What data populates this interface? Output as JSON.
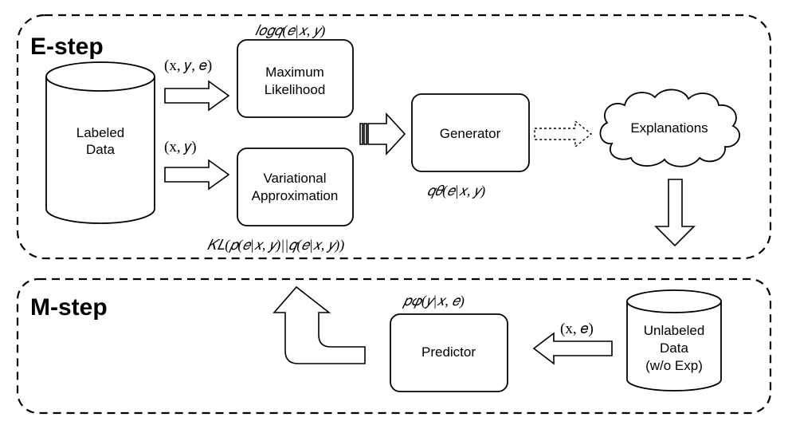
{
  "e_step": {
    "title": "E-step",
    "labeled_data": [
      "Labeled",
      "Data"
    ],
    "tuple_xye": "(x, 𝑦, 𝑒)",
    "tuple_xy": "(x, 𝑦)",
    "max_likelihood": [
      "Maximum",
      "Likelihood"
    ],
    "log_q": "𝑙𝑜𝑔𝑞(𝑒|𝑥, 𝑦)",
    "variational": [
      "Variational",
      "Approximation"
    ],
    "kl": "𝐾𝐿(𝑝(𝑒|𝑥, 𝑦)||𝑞(𝑒|𝑥, 𝑦))",
    "generator": "Generator",
    "q_theta": "𝑞𝜃(𝑒|𝑥, 𝑦)",
    "explanations": "Explanations"
  },
  "m_step": {
    "title": "M-step",
    "p_phi": "𝑝𝜑(𝑦|𝑥, 𝑒)",
    "predictor": "Predictor",
    "tuple_xe": "(x, 𝑒)",
    "unlabeled_data": [
      "Unlabeled",
      "Data",
      "(w/o Exp)"
    ]
  }
}
